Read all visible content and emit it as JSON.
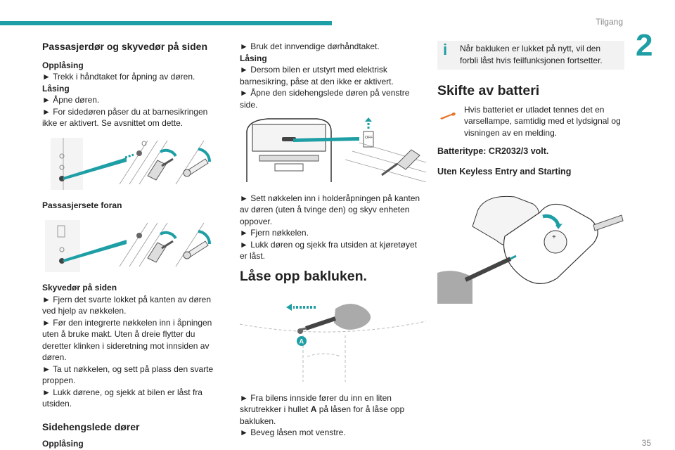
{
  "header": {
    "section": "Tilgang",
    "chapter": "2"
  },
  "footer": {
    "page": "35"
  },
  "col1": {
    "title": "Passasjerdør og skyvedør på siden",
    "unlock_label": "Opplåsing",
    "unlock_step": "► Trekk i håndtaket for åpning av døren.",
    "lock_label": "Låsing",
    "lock_step1": "► Åpne døren.",
    "lock_step2": "► For sidedøren påser du at barnesikringen ikke er aktivert. Se avsnittet om dette.",
    "passenger_seat": "Passasjersete foran",
    "sliding_label": "Skyvedør på siden",
    "sliding_step1": "► Fjern det svarte lokket på kanten av døren ved hjelp av nøkkelen.",
    "sliding_step2": "► Før den integrerte nøkkelen inn i åpningen uten å bruke makt. Uten å dreie flytter du deretter klinken i sideretning mot innsiden av døren.",
    "sliding_step3": "► Ta ut nøkkelen, og sett på plass den svarte proppen.",
    "sliding_step4": "► Lukk dørene, og sjekk at bilen er låst fra utsiden.",
    "hinged_title": "Sidehengslede dører",
    "hinged_unlock": "Opplåsing"
  },
  "col2": {
    "step_inner": "► Bruk det innvendige dørhåndtaket.",
    "lock_label": "Låsing",
    "lock_step1": "► Dersom bilen er utstyrt med elektrisk barnesikring, påse at den ikke er aktivert.",
    "lock_step2": "► Åpne den sidehengslede døren på venstre side.",
    "step_insert": "► Sett nøkkelen inn i holderåpningen på kanten av døren (uten å tvinge den) og skyv enheten oppover.",
    "step_remove": "► Fjern nøkkelen.",
    "step_close": "► Lukk døren og sjekk fra utsiden at kjøretøyet er låst.",
    "tailgate_title": "Låse opp bakluken.",
    "tailgate_step1_a": "► Fra bilens innside fører du inn en liten skrutrekker i hullet ",
    "tailgate_step1_bold": "A",
    "tailgate_step1_b": " på låsen for å låse opp bakluken.",
    "tailgate_step2": "► Beveg låsen mot venstre.",
    "marker_a": "A",
    "off_label": "OFF"
  },
  "col3": {
    "info_text": "Når bakluken er lukket på nytt, vil den forbli låst hvis feilfunksjonen fortsetter.",
    "battery_title": "Skifte av batteri",
    "warn_text": "Hvis batteriet er utladet tennes det en varsellampe, samtidig med et lydsignal og visningen av en melding.",
    "battery_type": "Batteritype: CR2032/3 volt.",
    "keyless_title": "Uten Keyless Entry and Starting"
  },
  "colors": {
    "accent": "#1e9ea5",
    "orange": "#e8742a"
  }
}
